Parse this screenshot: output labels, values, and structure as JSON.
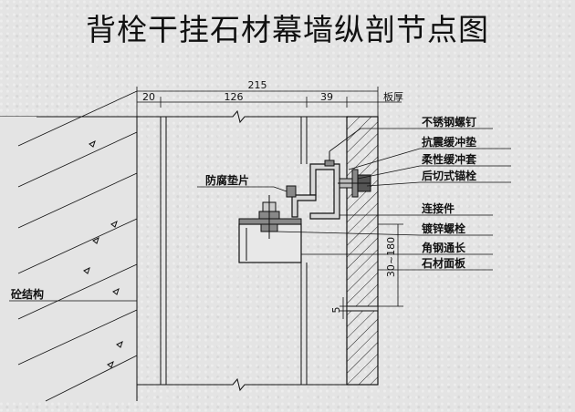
{
  "title": "背栓干挂石材幕墙纵剖节点图",
  "dimensions": {
    "total": "215",
    "left": "20",
    "mid": "126",
    "right": "39",
    "board_thickness": "板厚",
    "range": "30~180",
    "gap": "5"
  },
  "labels": {
    "stainless_screw": "不锈钢螺钉",
    "seismic_pad": "抗震缓冲垫",
    "flexible_sleeve": "柔性缓冲套",
    "undercut_anchor": "后切式锚栓",
    "anticorrosion_pad": "防腐垫片",
    "connector": "连接件",
    "galvanized_bolt": "镀锌螺栓",
    "angle_steel": "角钢通长",
    "stone_panel": "石材面板",
    "concrete": "砼结构"
  }
}
